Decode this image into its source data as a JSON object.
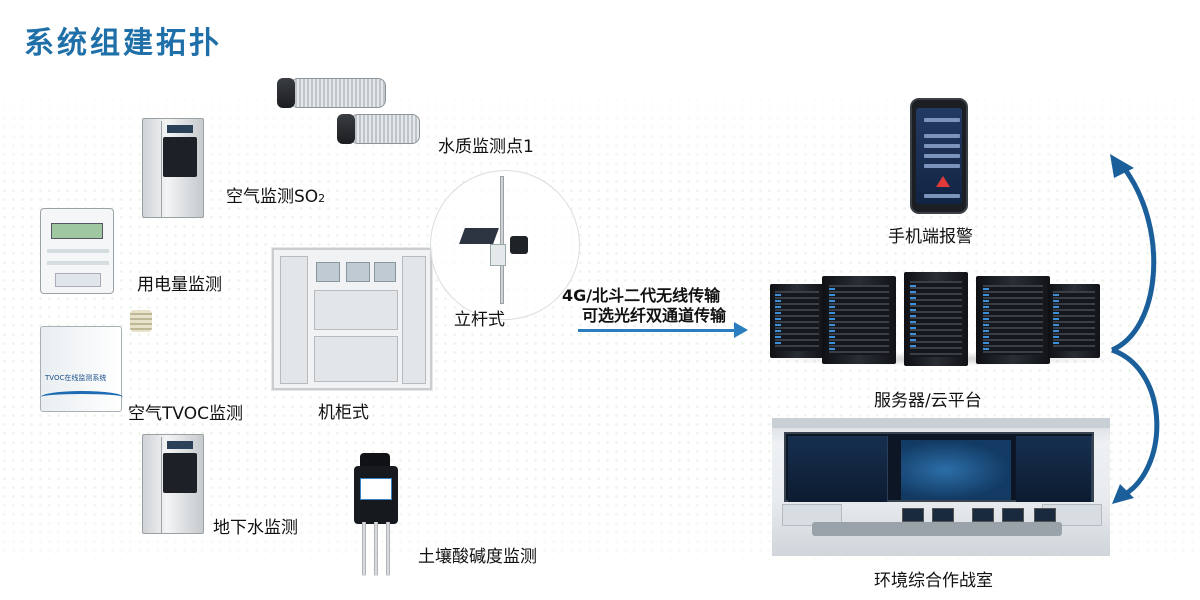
{
  "title": "系统组建拓扑",
  "devices": {
    "water_quality": "水质监测点1",
    "air_so2": "空气监测SO",
    "air_so2_sub": "2",
    "power": "用电量监测",
    "air_tvoc": "空气TVOC监测",
    "groundwater": "地下水监测",
    "cabinet": "机柜式",
    "pole": "立杆式",
    "soil": "土壤酸碱度监测"
  },
  "link": {
    "line1": "4G/北斗二代无线传输",
    "line2": "可选光纤双通道传输"
  },
  "targets": {
    "mobile": "手机端报警",
    "server": "服务器/云平台",
    "war_room": "环境综合作战室"
  },
  "device_texts": {
    "tvoc_box": "TVOC在线监测系统"
  },
  "colors": {
    "title": "#1f6fa8",
    "arrow": "#2a7dbf",
    "curve_arrow": "#1b5f9a"
  }
}
